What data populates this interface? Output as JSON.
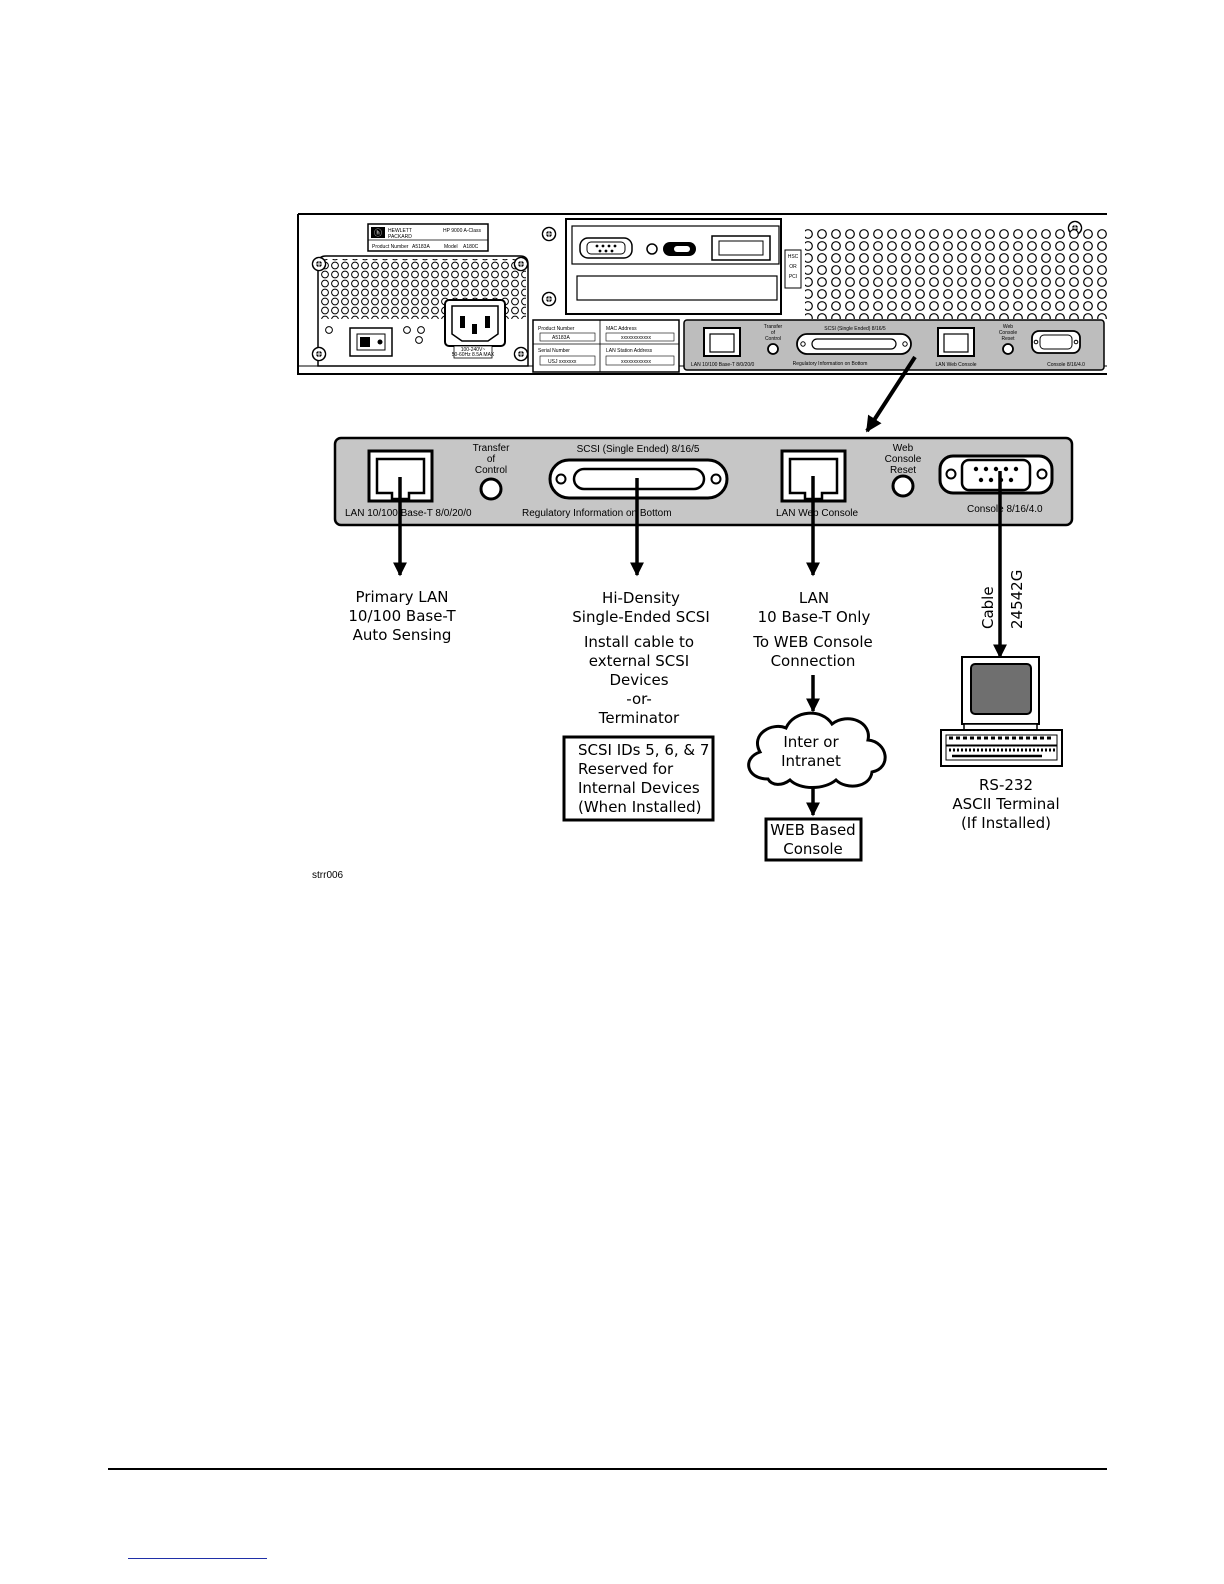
{
  "chassis": {
    "hp_brand": [
      "HEWLETT",
      "PACKARD"
    ],
    "model_title": "HP 9000 A-Class",
    "product_number_label": "Product Number",
    "product_number_value": "A5183A",
    "model_label": "Model",
    "model_value": "A180C",
    "slot_label": [
      "HSC",
      "OR",
      "PCI"
    ],
    "info_label": {
      "product_number": "Product Number",
      "product_number_value": "A5183A",
      "mac_address": "MAC Address",
      "mac_value": "xxxxxxxxxxxx",
      "serial_number": "Serial Number",
      "serial_value": "USJ xxxxxxx",
      "lan_station": "LAN Station Address",
      "lan_station_value": "xxxxxxxxxxxx"
    },
    "power_rating": [
      "100-240V~",
      "50-60Hz  8.5A MAX"
    ]
  },
  "small_panel": {
    "lan": "LAN 10/100 Base-T 8/0/20/0",
    "toc": [
      "Transfer",
      "of",
      "Control"
    ],
    "scsi": "SCSI (Single Ended) 8/16/5",
    "regulatory": "Regulatory Information on Bottom",
    "lan_web": "LAN Web Console",
    "web_reset": [
      "Web",
      "Console",
      "Reset"
    ],
    "console": "Console 8/16/4.0"
  },
  "panel": {
    "toc": [
      "Transfer",
      "of",
      "Control"
    ],
    "scsi": "SCSI (Single Ended) 8/16/5",
    "web_reset": [
      "Web",
      "Console",
      "Reset"
    ],
    "lan": "LAN 10/100 Base-T 8/0/20/0",
    "regulatory": "Regulatory Information on Bottom",
    "lan_web": "LAN Web Console",
    "console": "Console 8/16/4.0"
  },
  "callouts": {
    "primary_lan": [
      "Primary LAN",
      "10/100 Base-T",
      "Auto Sensing"
    ],
    "scsi": [
      "Hi-Density",
      "Single-Ended SCSI"
    ],
    "scsi_install": [
      "Install cable to",
      "external SCSI",
      "Devices",
      "-or-",
      "Terminator"
    ],
    "scsi_box": [
      "SCSI IDs 5, 6, & 7",
      "Reserved for",
      "Internal Devices",
      "(When Installed)"
    ],
    "lan_web": [
      "LAN",
      "10 Base-T Only"
    ],
    "lan_web_to": [
      "To WEB Console",
      "Connection"
    ],
    "cloud": [
      "Inter or",
      "Intranet"
    ],
    "web_box": [
      "WEB Based",
      "Console"
    ],
    "cable": [
      "Cable",
      "24542G"
    ],
    "terminal": [
      "RS-232",
      "ASCII Terminal",
      "(If Installed)"
    ]
  },
  "figure_id": "strr006"
}
